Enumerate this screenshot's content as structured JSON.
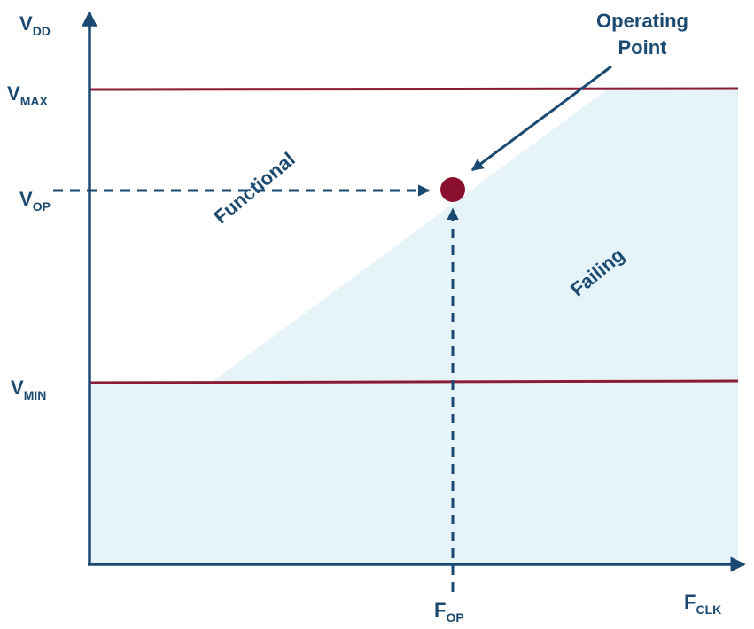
{
  "axes": {
    "y_label": {
      "main": "V",
      "sub": "DD"
    },
    "x_label": {
      "main": "F",
      "sub": "CLK"
    }
  },
  "levels": {
    "vmax": {
      "main": "V",
      "sub": "MAX"
    },
    "vop": {
      "main": "V",
      "sub": "OP"
    },
    "vmin": {
      "main": "V",
      "sub": "MIN"
    },
    "fop": {
      "main": "F",
      "sub": "OP"
    }
  },
  "regions": {
    "functional": "Functional",
    "failing": "Failing"
  },
  "callout": {
    "line1": "Operating",
    "line2": "Point"
  },
  "colors": {
    "axis": "#1a4a72",
    "limit_line": "#8a1c35",
    "failing_fill": "#e6f4f9",
    "operating_point": "#8a0f2e",
    "text": "#1a4a72"
  }
}
